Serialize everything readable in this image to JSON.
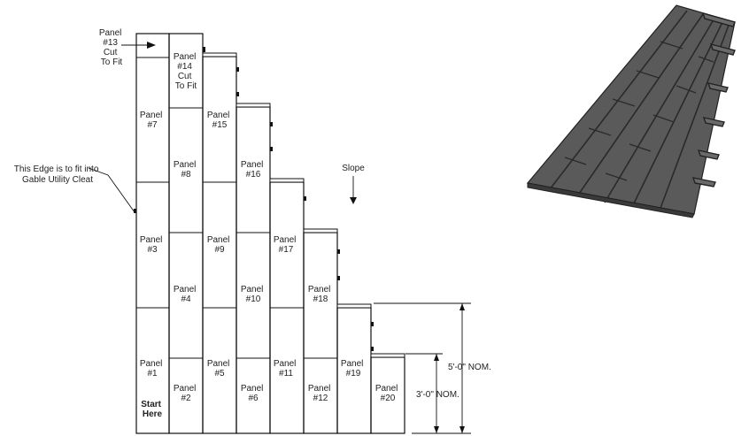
{
  "panels": [
    {
      "id": "panel-13",
      "lines": [
        "Panel",
        "#13",
        "Cut",
        "To Fit"
      ]
    },
    {
      "id": "panel-14",
      "lines": [
        "Panel",
        "#14",
        "Cut",
        "To Fit"
      ]
    },
    {
      "id": "panel-7",
      "lines": [
        "Panel",
        "#7"
      ]
    },
    {
      "id": "panel-15",
      "lines": [
        "Panel",
        "#15"
      ]
    },
    {
      "id": "panel-8",
      "lines": [
        "Panel",
        "#8"
      ]
    },
    {
      "id": "panel-16",
      "lines": [
        "Panel",
        "#16"
      ]
    },
    {
      "id": "panel-3",
      "lines": [
        "Panel",
        "#3"
      ]
    },
    {
      "id": "panel-9",
      "lines": [
        "Panel",
        "#9"
      ]
    },
    {
      "id": "panel-17",
      "lines": [
        "Panel",
        "#17"
      ]
    },
    {
      "id": "panel-4",
      "lines": [
        "Panel",
        "#4"
      ]
    },
    {
      "id": "panel-10",
      "lines": [
        "Panel",
        "#10"
      ]
    },
    {
      "id": "panel-18",
      "lines": [
        "Panel",
        "#18"
      ]
    },
    {
      "id": "panel-1",
      "lines": [
        "Panel",
        "#1"
      ]
    },
    {
      "id": "panel-5",
      "lines": [
        "Panel",
        "#5"
      ]
    },
    {
      "id": "panel-11",
      "lines": [
        "Panel",
        "#11"
      ]
    },
    {
      "id": "panel-19",
      "lines": [
        "Panel",
        "#19"
      ]
    },
    {
      "id": "panel-2",
      "lines": [
        "Panel",
        "#2"
      ]
    },
    {
      "id": "panel-6",
      "lines": [
        "Panel",
        "#6"
      ]
    },
    {
      "id": "panel-12",
      "lines": [
        "Panel",
        "#12"
      ]
    },
    {
      "id": "panel-20",
      "lines": [
        "Panel",
        "#20"
      ]
    }
  ],
  "start": [
    "Start",
    "Here"
  ],
  "edge_note": [
    "This Edge is to fit into",
    "Gable Utility Cleat"
  ],
  "slope": "Slope",
  "dim_5ft": "5'-0\" NOM.",
  "dim_3ft": "3'-0\" NOM.",
  "colors": {
    "line": "#111111",
    "roof": "#555555",
    "roof_edge": "#222222"
  }
}
